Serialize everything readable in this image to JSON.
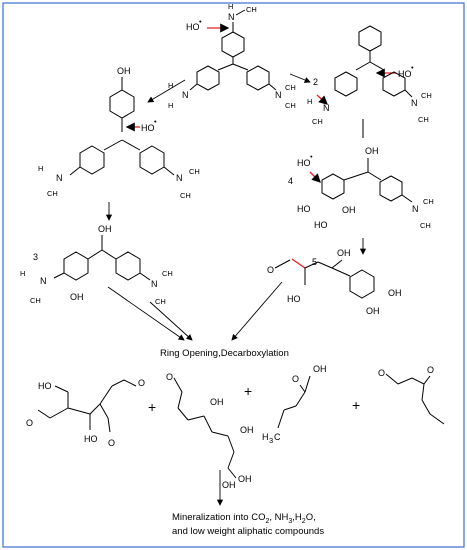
{
  "radical": "HO",
  "radical_dot": "•",
  "steps": {
    "s2": "2",
    "s3": "3",
    "s4": "4",
    "s5": "5"
  },
  "groups": {
    "oh": "OH",
    "ho": "HO",
    "o": "O",
    "n": "N",
    "ch3": "CH",
    "h3c": "H",
    "h3c_c": "C",
    "sub3": "3"
  },
  "caption_ring": "Ring Opening,Decarboxylation",
  "caption_min_line1": "Mineralization  into  CO",
  "caption_min_line1_b": "2",
  "caption_min_line1_c": ",  NH",
  "caption_min_line1_d": "3",
  "caption_min_line1_e": ",H",
  "caption_min_line1_f": "2",
  "caption_min_line1_g": "O,",
  "caption_min_line2": "and low weight aliphatic compounds",
  "plus": "+"
}
